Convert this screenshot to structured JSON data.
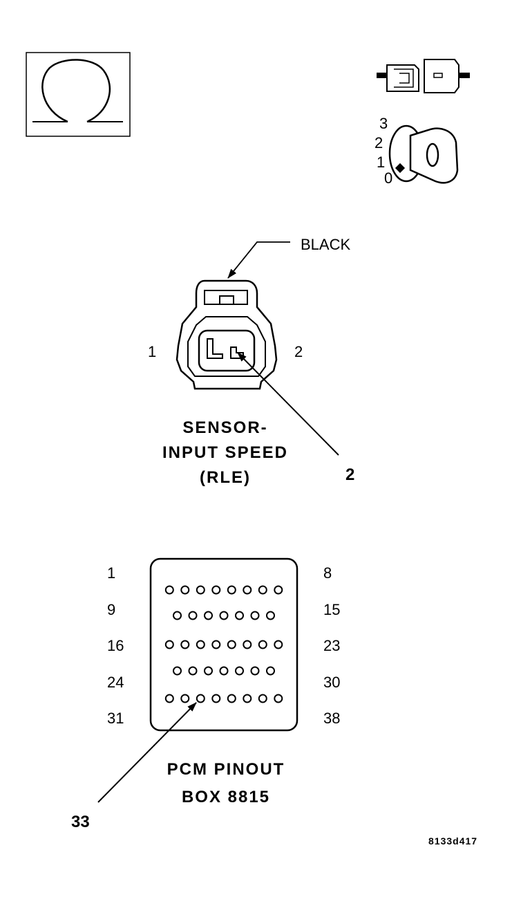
{
  "connector": {
    "color_label": "BLACK",
    "pin_left": "1",
    "pin_right": "2",
    "name_line1": "SENSOR-",
    "name_line2": "INPUT SPEED",
    "name_line3": "(RLE)",
    "callout": "2"
  },
  "key_scale": [
    "3",
    "2",
    "1",
    "0"
  ],
  "key_position": "0",
  "pcm": {
    "row_labels_left": [
      "1",
      "9",
      "16",
      "24",
      "31"
    ],
    "row_labels_right": [
      "8",
      "15",
      "23",
      "30",
      "38"
    ],
    "row_pin_counts": [
      8,
      7,
      8,
      7,
      8
    ],
    "title_line1": "PCM PINOUT",
    "title_line2": "BOX 8815",
    "callout": "33"
  },
  "figure_id": "8133d417",
  "icons": [
    "ohm-icon",
    "connector-disconnect-icon",
    "ignition-key-icon"
  ]
}
